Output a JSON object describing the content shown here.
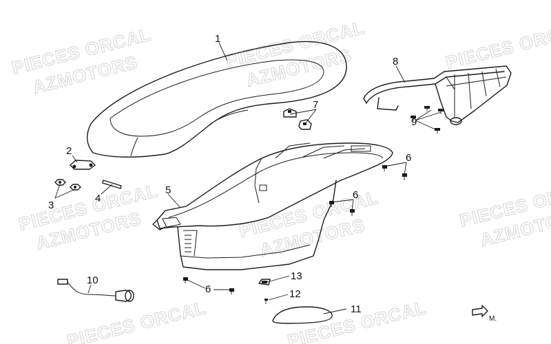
{
  "watermark": {
    "brand_top": "PIECES ORCAL",
    "brand_bottom": "AZMOTORS"
  },
  "callouts": {
    "seat": "1",
    "seat_bracket": "2",
    "nut": "3",
    "pin": "4",
    "luggage_box": "5",
    "bolt_a": "6",
    "bolt_b": "6",
    "bolt_c": "6",
    "rubber_buffer": "7",
    "rear_carrier": "8",
    "carrier_bolt": "9",
    "lamp_wire": "10",
    "cover": "11",
    "screw": "12",
    "clip": "13"
  },
  "corner_mark": "M.",
  "colors": {
    "line": "#1a1a1a",
    "watermark": "#d4d4d4",
    "background": "#ffffff"
  }
}
